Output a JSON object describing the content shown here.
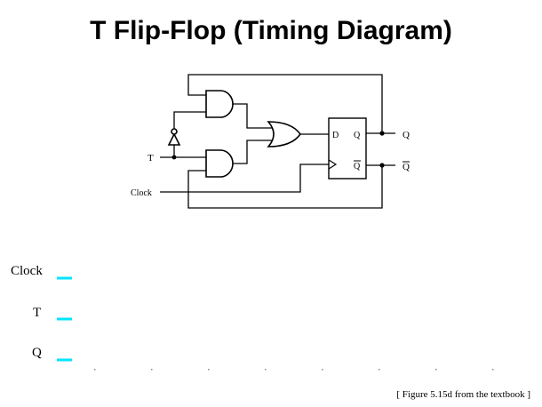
{
  "title": "T Flip-Flop (Timing Diagram)",
  "circuit": {
    "input_T": "T",
    "input_clock": "Clock",
    "ff_pin_d": "D",
    "ff_pin_q": "Q",
    "ff_pin_qbar": "Q",
    "output_q": "Q",
    "output_qbar": "Q"
  },
  "timing": {
    "rows": [
      {
        "label": "Clock",
        "color": "#00e5ff"
      },
      {
        "label": "T",
        "color": "#00e5ff"
      },
      {
        "label": "Q",
        "color": "#00e5ff"
      }
    ],
    "tick_count": 8
  },
  "caption": "[ Figure 5.15d from the textbook ]"
}
